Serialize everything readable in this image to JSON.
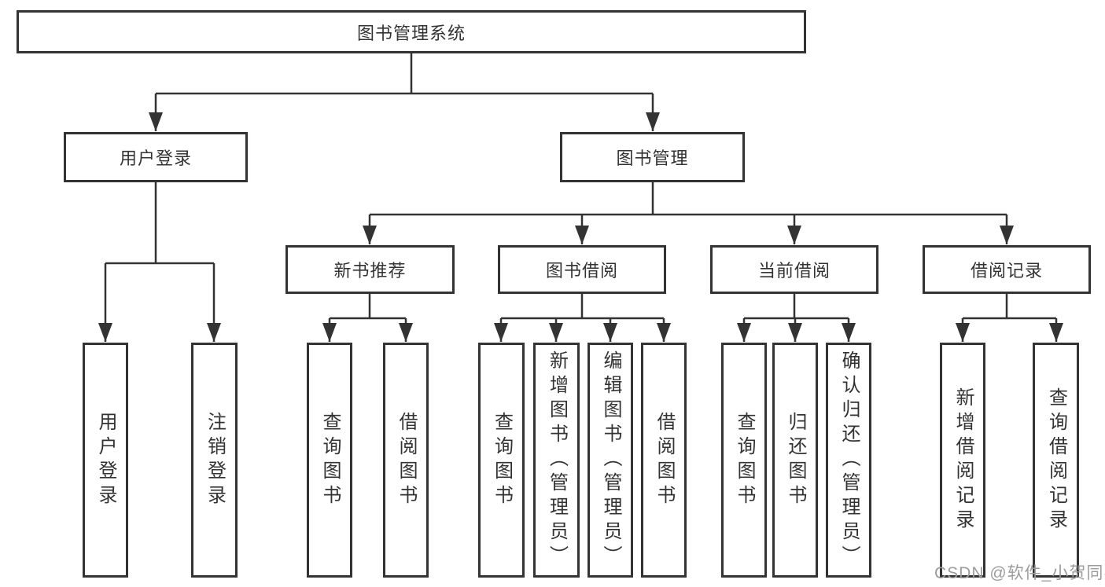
{
  "diagram_title": "图书管理系统",
  "tree": {
    "label": "图书管理系统",
    "children": [
      {
        "label": "用户登录",
        "children": [
          {
            "label": "用户登录"
          },
          {
            "label": "注销登录"
          }
        ]
      },
      {
        "label": "图书管理",
        "children": [
          {
            "label": "新书推荐",
            "children": [
              {
                "label": "查询图书"
              },
              {
                "label": "借阅图书"
              }
            ]
          },
          {
            "label": "图书借阅",
            "children": [
              {
                "label": "查询图书"
              },
              {
                "label": "新增图书（管理员）"
              },
              {
                "label": "编辑图书（管理员）"
              },
              {
                "label": "借阅图书"
              }
            ]
          },
          {
            "label": "当前借阅",
            "children": [
              {
                "label": "查询图书"
              },
              {
                "label": "归还图书"
              },
              {
                "label": "确认归还（管理员）"
              }
            ]
          },
          {
            "label": "借阅记录",
            "children": [
              {
                "label": "新增借阅记录"
              },
              {
                "label": "查询借阅记录"
              }
            ]
          }
        ]
      }
    ]
  },
  "watermark": {
    "text": "CSDN @软件_小贺同学"
  },
  "colors": {
    "line": "#333333",
    "box_border": "#333333",
    "text": "#333333",
    "watermark": "#9c9c9c",
    "background": "#ffffff"
  }
}
